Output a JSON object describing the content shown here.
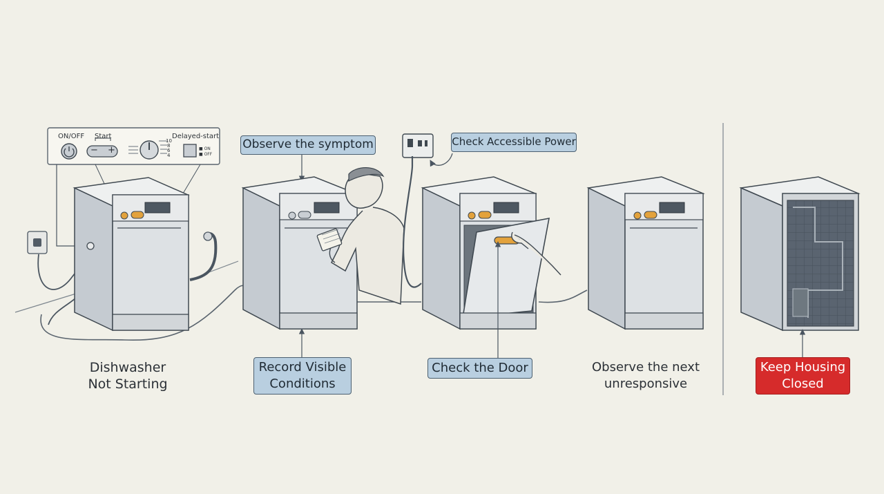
{
  "control_panel": {
    "on_off": "ON/OFF",
    "start": "Start",
    "minus": "−",
    "plus": "+",
    "delayed_start": "Delayed-start",
    "dial_scale": [
      "10",
      "8",
      "6",
      "4"
    ],
    "legend_lines": [
      "■ ON",
      "■ OFF"
    ]
  },
  "steps": [
    {
      "label": "Dishwasher\nNot Starting",
      "style": "plain"
    },
    {
      "label": "Observe the symptom",
      "style": "box"
    },
    {
      "label": "Record Visible\nConditions",
      "style": "box"
    },
    {
      "label": "Check Accessible Power",
      "style": "box"
    },
    {
      "label": "Check the Door",
      "style": "box"
    },
    {
      "label": "Observe the next\nunresponsive",
      "style": "plain"
    },
    {
      "label": "Keep Housing\nClosed",
      "style": "red"
    }
  ],
  "colors": {
    "background": "#f1f0e8",
    "label_box": "#b9cfe0",
    "warning_box": "#d62b2b",
    "appliance_body": "#dde1e4",
    "accent_orange": "#e3a23c"
  }
}
